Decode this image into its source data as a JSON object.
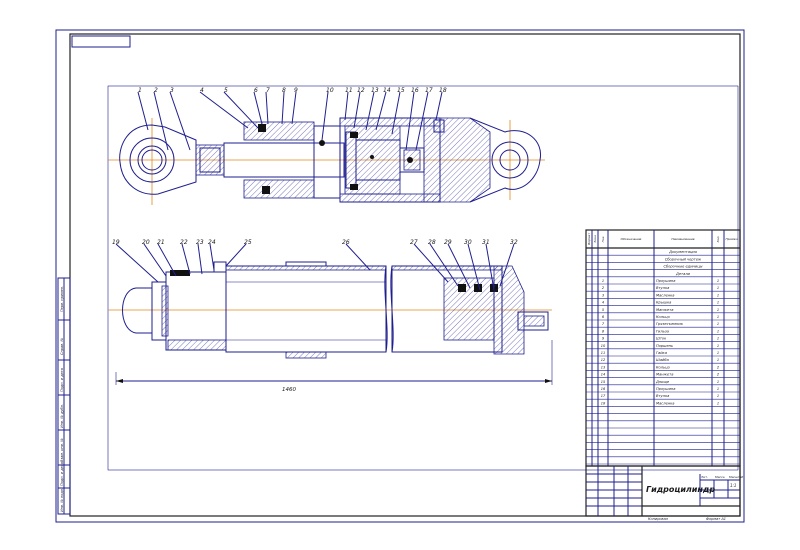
{
  "title_block": {
    "name": "Гидроцилиндр",
    "sheet_fields": [
      "Лит.",
      "Масса",
      "Масштаб"
    ],
    "scale": "1:1",
    "bottom_left": "Копировал",
    "bottom_right": "Формат А1"
  },
  "left_strip": {
    "labels": [
      "Перв. примен.",
      "Справ. №",
      "Подп. и дата",
      "Инв. № дубл.",
      "Взам. инв. №",
      "Подп. и дата",
      "Инв. № подл."
    ]
  },
  "dimension": {
    "overall_length": "1460"
  },
  "callouts_top": [
    "1",
    "2",
    "3",
    "4",
    "5",
    "6",
    "7",
    "8",
    "9",
    "10",
    "11",
    "12",
    "13",
    "14",
    "15",
    "16",
    "17",
    "18"
  ],
  "callouts_bottom": [
    "19",
    "20",
    "21",
    "22",
    "23",
    "24",
    "25",
    "26",
    "27",
    "28",
    "29",
    "30",
    "31",
    "32"
  ],
  "spec_table": {
    "headers": [
      "Формат",
      "Зона",
      "Поз.",
      "Обозначение",
      "Наименование",
      "Кол.",
      "Примеч."
    ],
    "rows": [
      {
        "pos": "",
        "code": "",
        "name": "Документация",
        "qty": ""
      },
      {
        "pos": "",
        "code": "",
        "name": "Сборочный чертеж",
        "qty": ""
      },
      {
        "pos": "",
        "code": "",
        "name": "Сборочные единицы",
        "qty": ""
      },
      {
        "pos": "",
        "code": "",
        "name": "Детали",
        "qty": ""
      },
      {
        "pos": "1",
        "code": "",
        "name": "Проушина",
        "qty": "1"
      },
      {
        "pos": "2",
        "code": "",
        "name": "Втулка",
        "qty": "1"
      },
      {
        "pos": "3",
        "code": "",
        "name": "Масленка",
        "qty": "1"
      },
      {
        "pos": "4",
        "code": "",
        "name": "Крышка",
        "qty": "1"
      },
      {
        "pos": "5",
        "code": "",
        "name": "Манжета",
        "qty": "1"
      },
      {
        "pos": "6",
        "code": "",
        "name": "Кольцо",
        "qty": "1"
      },
      {
        "pos": "7",
        "code": "",
        "name": "Грязесъемник",
        "qty": "1"
      },
      {
        "pos": "8",
        "code": "",
        "name": "Гильза",
        "qty": "1"
      },
      {
        "pos": "9",
        "code": "",
        "name": "Шток",
        "qty": "1"
      },
      {
        "pos": "10",
        "code": "",
        "name": "Поршень",
        "qty": "1"
      },
      {
        "pos": "11",
        "code": "",
        "name": "Гайка",
        "qty": "1"
      },
      {
        "pos": "12",
        "code": "",
        "name": "Шайба",
        "qty": "1"
      },
      {
        "pos": "13",
        "code": "",
        "name": "Кольцо",
        "qty": "2"
      },
      {
        "pos": "14",
        "code": "",
        "name": "Манжета",
        "qty": "2"
      },
      {
        "pos": "15",
        "code": "",
        "name": "Днище",
        "qty": "1"
      },
      {
        "pos": "16",
        "code": "",
        "name": "Проушина",
        "qty": "1"
      },
      {
        "pos": "17",
        "code": "",
        "name": "Втулка",
        "qty": "1"
      },
      {
        "pos": "18",
        "code": "",
        "name": "Масленка",
        "qty": "1"
      }
    ]
  }
}
